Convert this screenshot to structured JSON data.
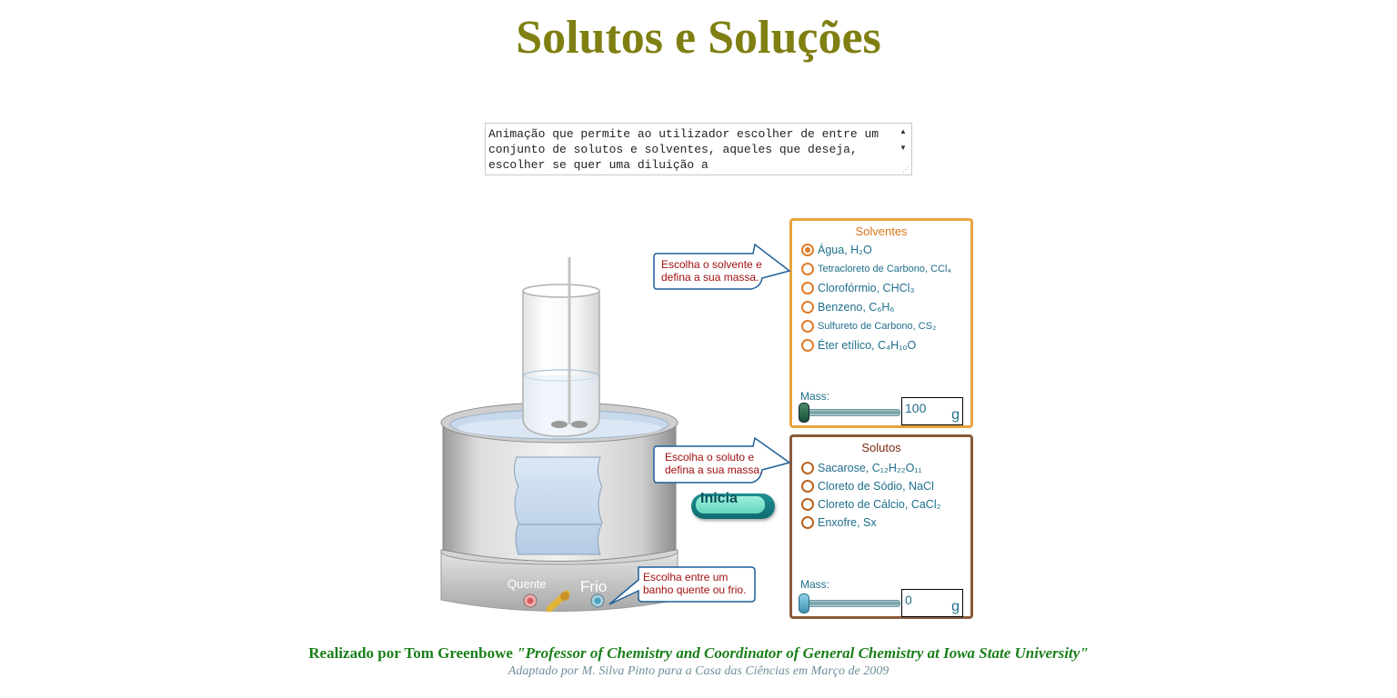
{
  "page": {
    "title": "Solutos e Soluções",
    "description": "Animação que permite ao utilizador escolher de entre um conjunto de solutos e solventes, aqueles que deseja, escolher se quer uma diluição a"
  },
  "apparatus": {
    "hot_label": "Quente",
    "cold_label": "Frio"
  },
  "solvents": {
    "title": "Solventes",
    "options": [
      {
        "label": "Água, H₂O",
        "selected": true
      },
      {
        "label": "Tetracloreto de Carbono, CCl₄",
        "selected": false
      },
      {
        "label": "Clorofórmio, CHCl₃",
        "selected": false
      },
      {
        "label": "Benzeno, C₆H₆",
        "selected": false
      },
      {
        "label": "Sulfureto de Carbono, CS₂",
        "selected": false
      },
      {
        "label": "Éter etílico, C₄H₁₀O",
        "selected": false
      }
    ],
    "mass_label": "Mass:",
    "mass_value": "100",
    "mass_unit": "g"
  },
  "solutes": {
    "title": "Solutos",
    "options": [
      {
        "label": "Sacarose, C₁₂H₂₂O₁₁",
        "selected": false
      },
      {
        "label": "Cloreto de Sódio, NaCl",
        "selected": false
      },
      {
        "label": "Cloreto de Cálcio, CaCl₂",
        "selected": false
      },
      {
        "label": "Enxofre, Sx",
        "selected": false
      }
    ],
    "mass_label": "Mass:",
    "mass_value": "0",
    "mass_unit": "g"
  },
  "callouts": {
    "solvent": [
      "Escolha o solvente e",
      "defina a sua massa."
    ],
    "solute": [
      "Escolha o soluto e",
      "defina a sua massa."
    ],
    "bath": [
      "Escolha entre um",
      "banho quente ou frio."
    ]
  },
  "start_button": {
    "label": "Inicia"
  },
  "footer": {
    "credit_name": "Realizado por Tom Greenbowe ",
    "credit_role": "\"Professor of Chemistry and Coordinator of General Chemistry at Iowa State University\"",
    "adapted": "Adaptado por M. Silva Pinto para a Casa das Ciências em Março de 2009"
  },
  "colors": {
    "title": "#7f7f12",
    "solvents_border": "#e8a33c",
    "solutes_border": "#8a5a3a",
    "option_text": "#1f6f8b",
    "callout_text": "#a01010",
    "callout_border": "#1f5f9a",
    "credit": "#1a7f1a"
  },
  "icons": {
    "bath_hot": "red-indicator-light-icon",
    "bath_cold": "blue-indicator-light-icon",
    "bath_switch": "toggle-switch-icon"
  }
}
